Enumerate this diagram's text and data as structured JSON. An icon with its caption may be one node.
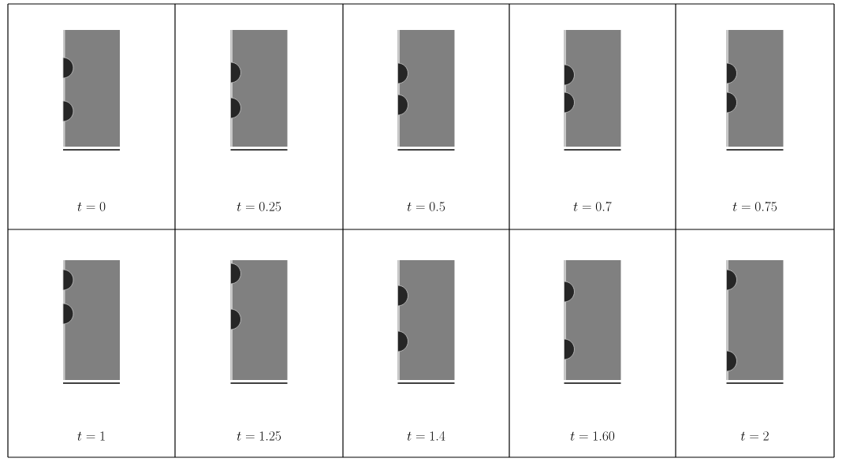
{
  "diagram": {
    "labels": [
      "t = 0",
      "t = 0.25",
      "t = 0.5",
      "t = 0.7",
      "t = 0.75",
      "t = 1",
      "t = 1.25",
      "t = 1.4",
      "t = 1.60",
      "t = 2"
    ]
  }
}
